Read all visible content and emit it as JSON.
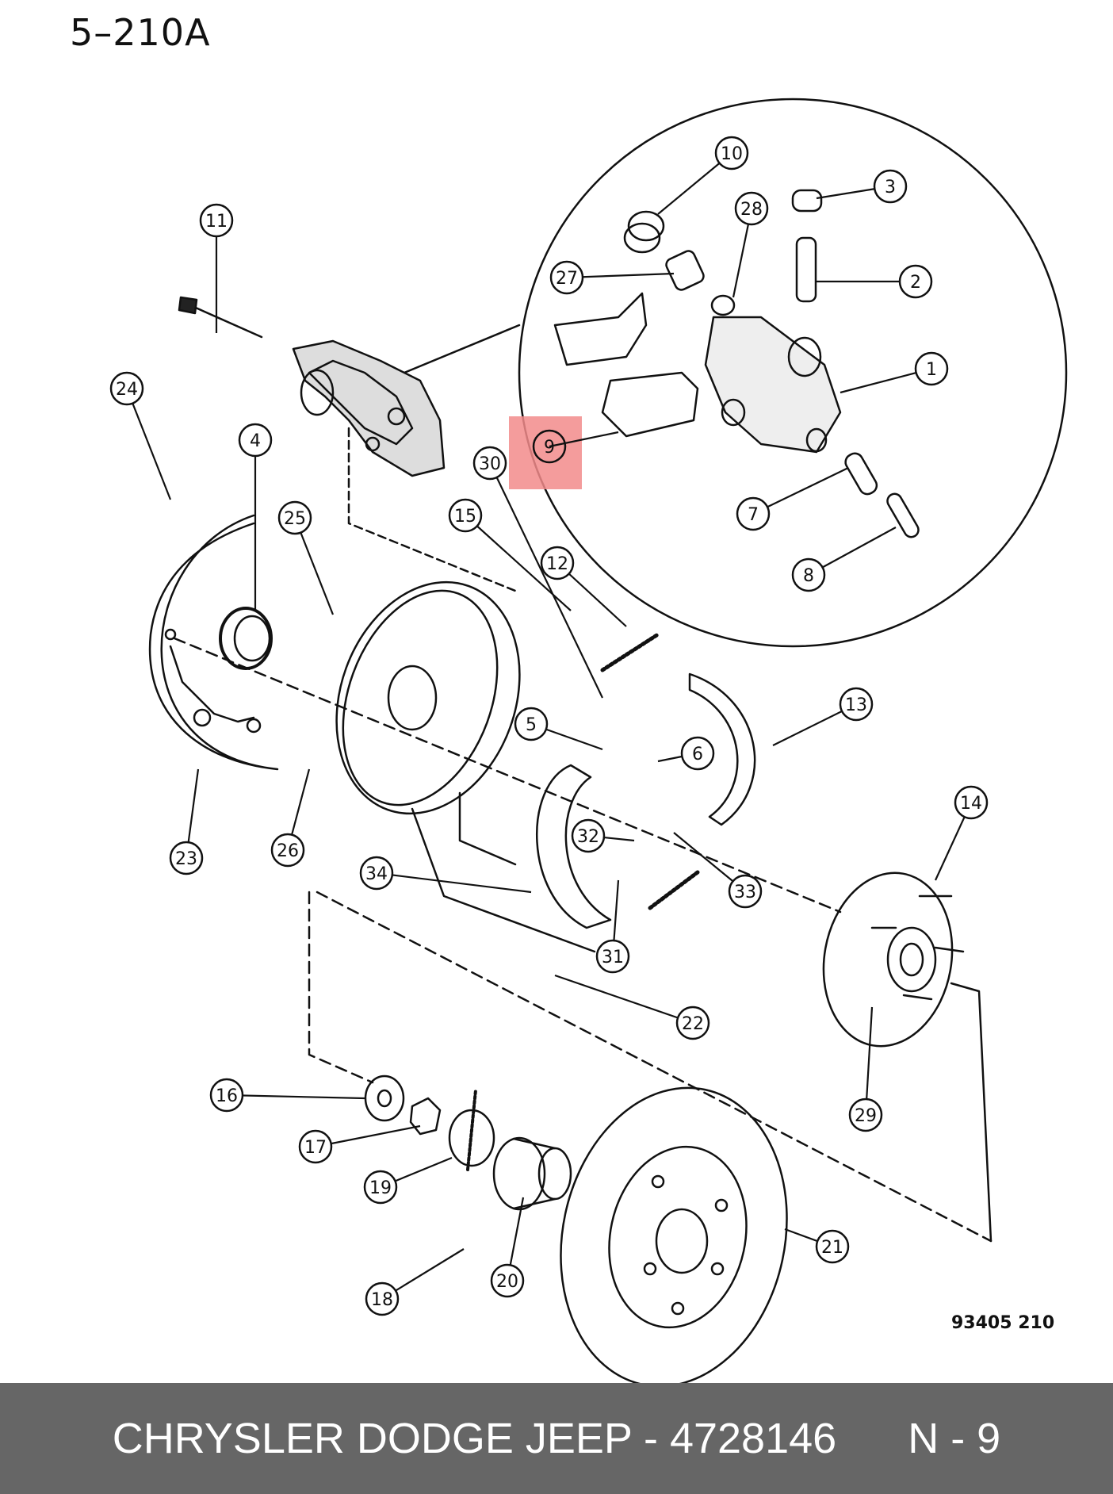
{
  "diagram": {
    "title": "5–210A",
    "figure_code": "93405 210",
    "highlight_color": "#f28b8b",
    "highlighted_callout": "9",
    "callouts": [
      {
        "id": "1",
        "label": "1"
      },
      {
        "id": "2",
        "label": "2"
      },
      {
        "id": "3",
        "label": "3"
      },
      {
        "id": "4",
        "label": "4"
      },
      {
        "id": "5",
        "label": "5"
      },
      {
        "id": "6",
        "label": "6"
      },
      {
        "id": "7",
        "label": "7"
      },
      {
        "id": "8",
        "label": "8"
      },
      {
        "id": "9",
        "label": "9"
      },
      {
        "id": "10",
        "label": "10"
      },
      {
        "id": "11",
        "label": "11"
      },
      {
        "id": "12",
        "label": "12"
      },
      {
        "id": "13",
        "label": "13"
      },
      {
        "id": "14",
        "label": "14"
      },
      {
        "id": "15",
        "label": "15"
      },
      {
        "id": "16",
        "label": "16"
      },
      {
        "id": "17",
        "label": "17"
      },
      {
        "id": "18",
        "label": "18"
      },
      {
        "id": "19",
        "label": "19"
      },
      {
        "id": "20",
        "label": "20"
      },
      {
        "id": "21",
        "label": "21"
      },
      {
        "id": "22",
        "label": "22"
      },
      {
        "id": "23",
        "label": "23"
      },
      {
        "id": "24",
        "label": "24"
      },
      {
        "id": "25",
        "label": "25"
      },
      {
        "id": "26",
        "label": "26"
      },
      {
        "id": "27",
        "label": "27"
      },
      {
        "id": "28",
        "label": "28"
      },
      {
        "id": "29",
        "label": "29"
      },
      {
        "id": "30",
        "label": "30"
      },
      {
        "id": "31",
        "label": "31"
      },
      {
        "id": "32",
        "label": "32"
      },
      {
        "id": "33",
        "label": "33"
      },
      {
        "id": "34",
        "label": "34"
      }
    ]
  },
  "footer": {
    "text": "CHRYSLER DODGE JEEP - 4728146      N - 9",
    "background": "#666666",
    "color": "#ffffff"
  }
}
